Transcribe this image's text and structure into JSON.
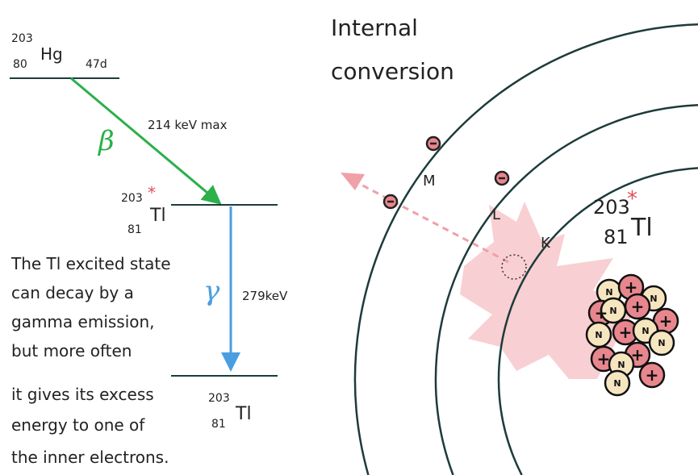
{
  "title": "Internal conversion",
  "title_lines": [
    "Internal",
    "conversion"
  ],
  "parent": {
    "mass": "203",
    "atomic": "80",
    "symbol": "Hg",
    "halflife": "47d"
  },
  "excited": {
    "mass": "203",
    "atomic": "81",
    "symbol": "Tl",
    "star": "*"
  },
  "ground": {
    "mass": "203",
    "atomic": "81",
    "symbol": "Tl"
  },
  "beta": {
    "symbol": "β",
    "energy": "214 keV max"
  },
  "gamma": {
    "symbol": "γ",
    "energy": "279keV"
  },
  "description_lines": [
    "The Tl excited state",
    "can decay by a",
    "gamma emission,",
    "but more often",
    "it gives its excess",
    "energy to one of",
    "the inner electrons."
  ],
  "shells": {
    "k": "K",
    "l": "L",
    "m": "M"
  },
  "nucleus_labels": {
    "neutron": "N",
    "proton": "+"
  },
  "electron_symbol": "−",
  "colors": {
    "beta": "#2bb04a",
    "gamma": "#4a9ee0",
    "star": "#e0505a",
    "flash": "#f8cfd2",
    "proton": "#e8868e",
    "neutron": "#f6e6c0",
    "shell": "#1d3b3b"
  }
}
